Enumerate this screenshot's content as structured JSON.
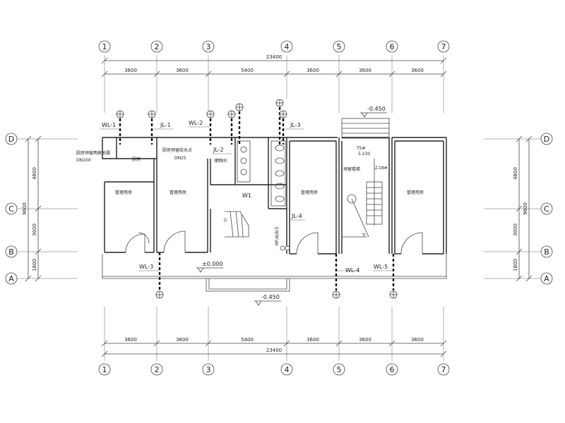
{
  "axes": {
    "numbers": [
      "1",
      "2",
      "3",
      "4",
      "5",
      "6",
      "7"
    ],
    "letters": [
      "D",
      "C",
      "B",
      "A"
    ]
  },
  "dimensions": {
    "total_width": "23400",
    "spans": [
      "3600",
      "3600",
      "5400",
      "3600",
      "3600",
      "3600"
    ],
    "side_total": "9600",
    "side_top": "4800",
    "side_mid": "3000",
    "side_bottom": "1800"
  },
  "pipe_tags": {
    "wl1": "WL-1",
    "jl1": "JL-1",
    "wl2": "WL-2",
    "jl2": "JL-2",
    "jl3": "JL-3",
    "jl4": "JL-4",
    "wl3": "WL-3",
    "wl4": "WL-4",
    "wl5": "WL-5"
  },
  "rooms": {
    "kitchen": "厨房",
    "storage": "储物间",
    "wc": "W1",
    "mgr1": "管理用房",
    "mgr2": "管理用房",
    "mgr3": "管理用房",
    "mgr4": "管理用房"
  },
  "notes": {
    "reserved_drain": "厨房预留两根地漏",
    "dn100": "DN100",
    "reserved_water": "厨房预留给水点",
    "dn25": "DN25",
    "stair_well": "预留楼梯",
    "level_top": "-0.450",
    "level_roof": "5.230",
    "level_roof_prefix": "TS#",
    "level_zero": "±0.000",
    "level_bottom": "-0.450",
    "up18": "上18#",
    "down": "下",
    "up": "上",
    "vertical_note": "MF/A/8/3"
  }
}
